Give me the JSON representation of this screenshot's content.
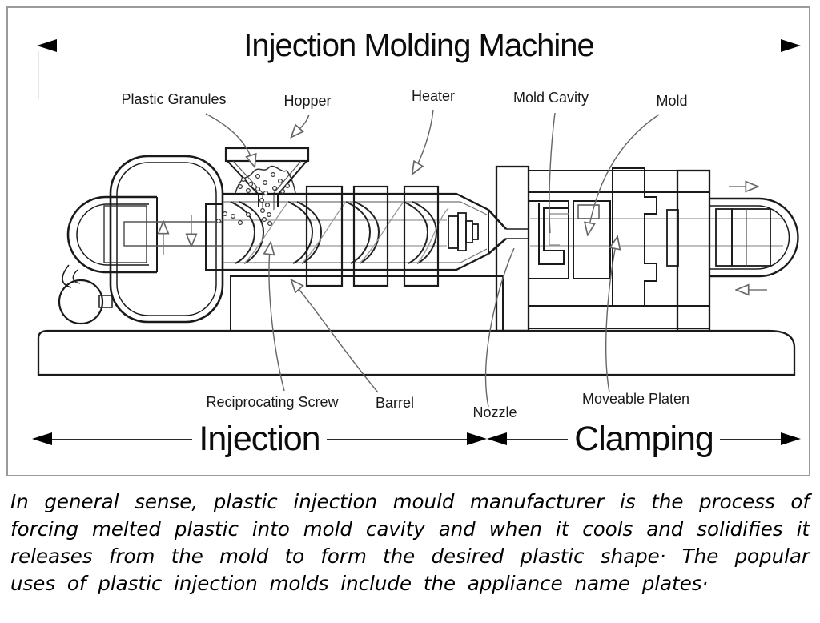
{
  "title": "Injection Molding Machine",
  "labels": {
    "plastic_granules": "Plastic Granules",
    "hopper": "Hopper",
    "heater": "Heater",
    "mold_cavity": "Mold Cavity",
    "mold": "Mold",
    "reciprocating_screw": "Reciprocating Screw",
    "barrel": "Barrel",
    "nozzle": "Nozzle",
    "moveable_platen": "Moveable Platen"
  },
  "sections": {
    "injection": "Injection",
    "clamping": "Clamping"
  },
  "caption": {
    "line1": "In general sense, plastic injection mould manufacturer is the process of",
    "line2": "forcing melted plastic into mold cavity and when it cools and solidifies it",
    "line3": "releases from the mold to form the desired plastic shape· The popular",
    "line4": "uses of plastic injection molds include the appliance name plates·"
  },
  "colors": {
    "ink": "#1a1a1a",
    "leader": "#666666",
    "border": "#999999"
  }
}
